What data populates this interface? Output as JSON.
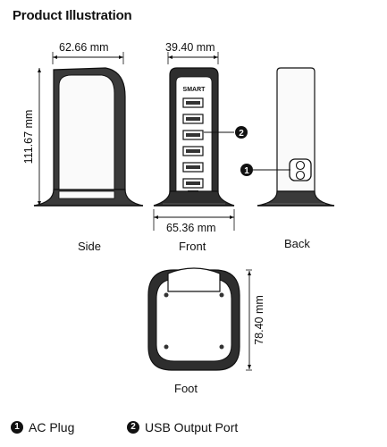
{
  "title": "Product Illustration",
  "views": {
    "side": "Side",
    "front": "Front",
    "back": "Back",
    "foot": "Foot"
  },
  "dimensions": {
    "side_width": "62.66 mm",
    "side_height": "111.67 mm",
    "front_top_width": "39.40 mm",
    "front_base_width": "65.36 mm",
    "foot_depth": "78.40 mm"
  },
  "front_badge": "SMART",
  "callouts": {
    "one": "1",
    "two": "2"
  },
  "legend": {
    "item1_label": "AC Plug",
    "item2_label": "USB Output Port"
  }
}
